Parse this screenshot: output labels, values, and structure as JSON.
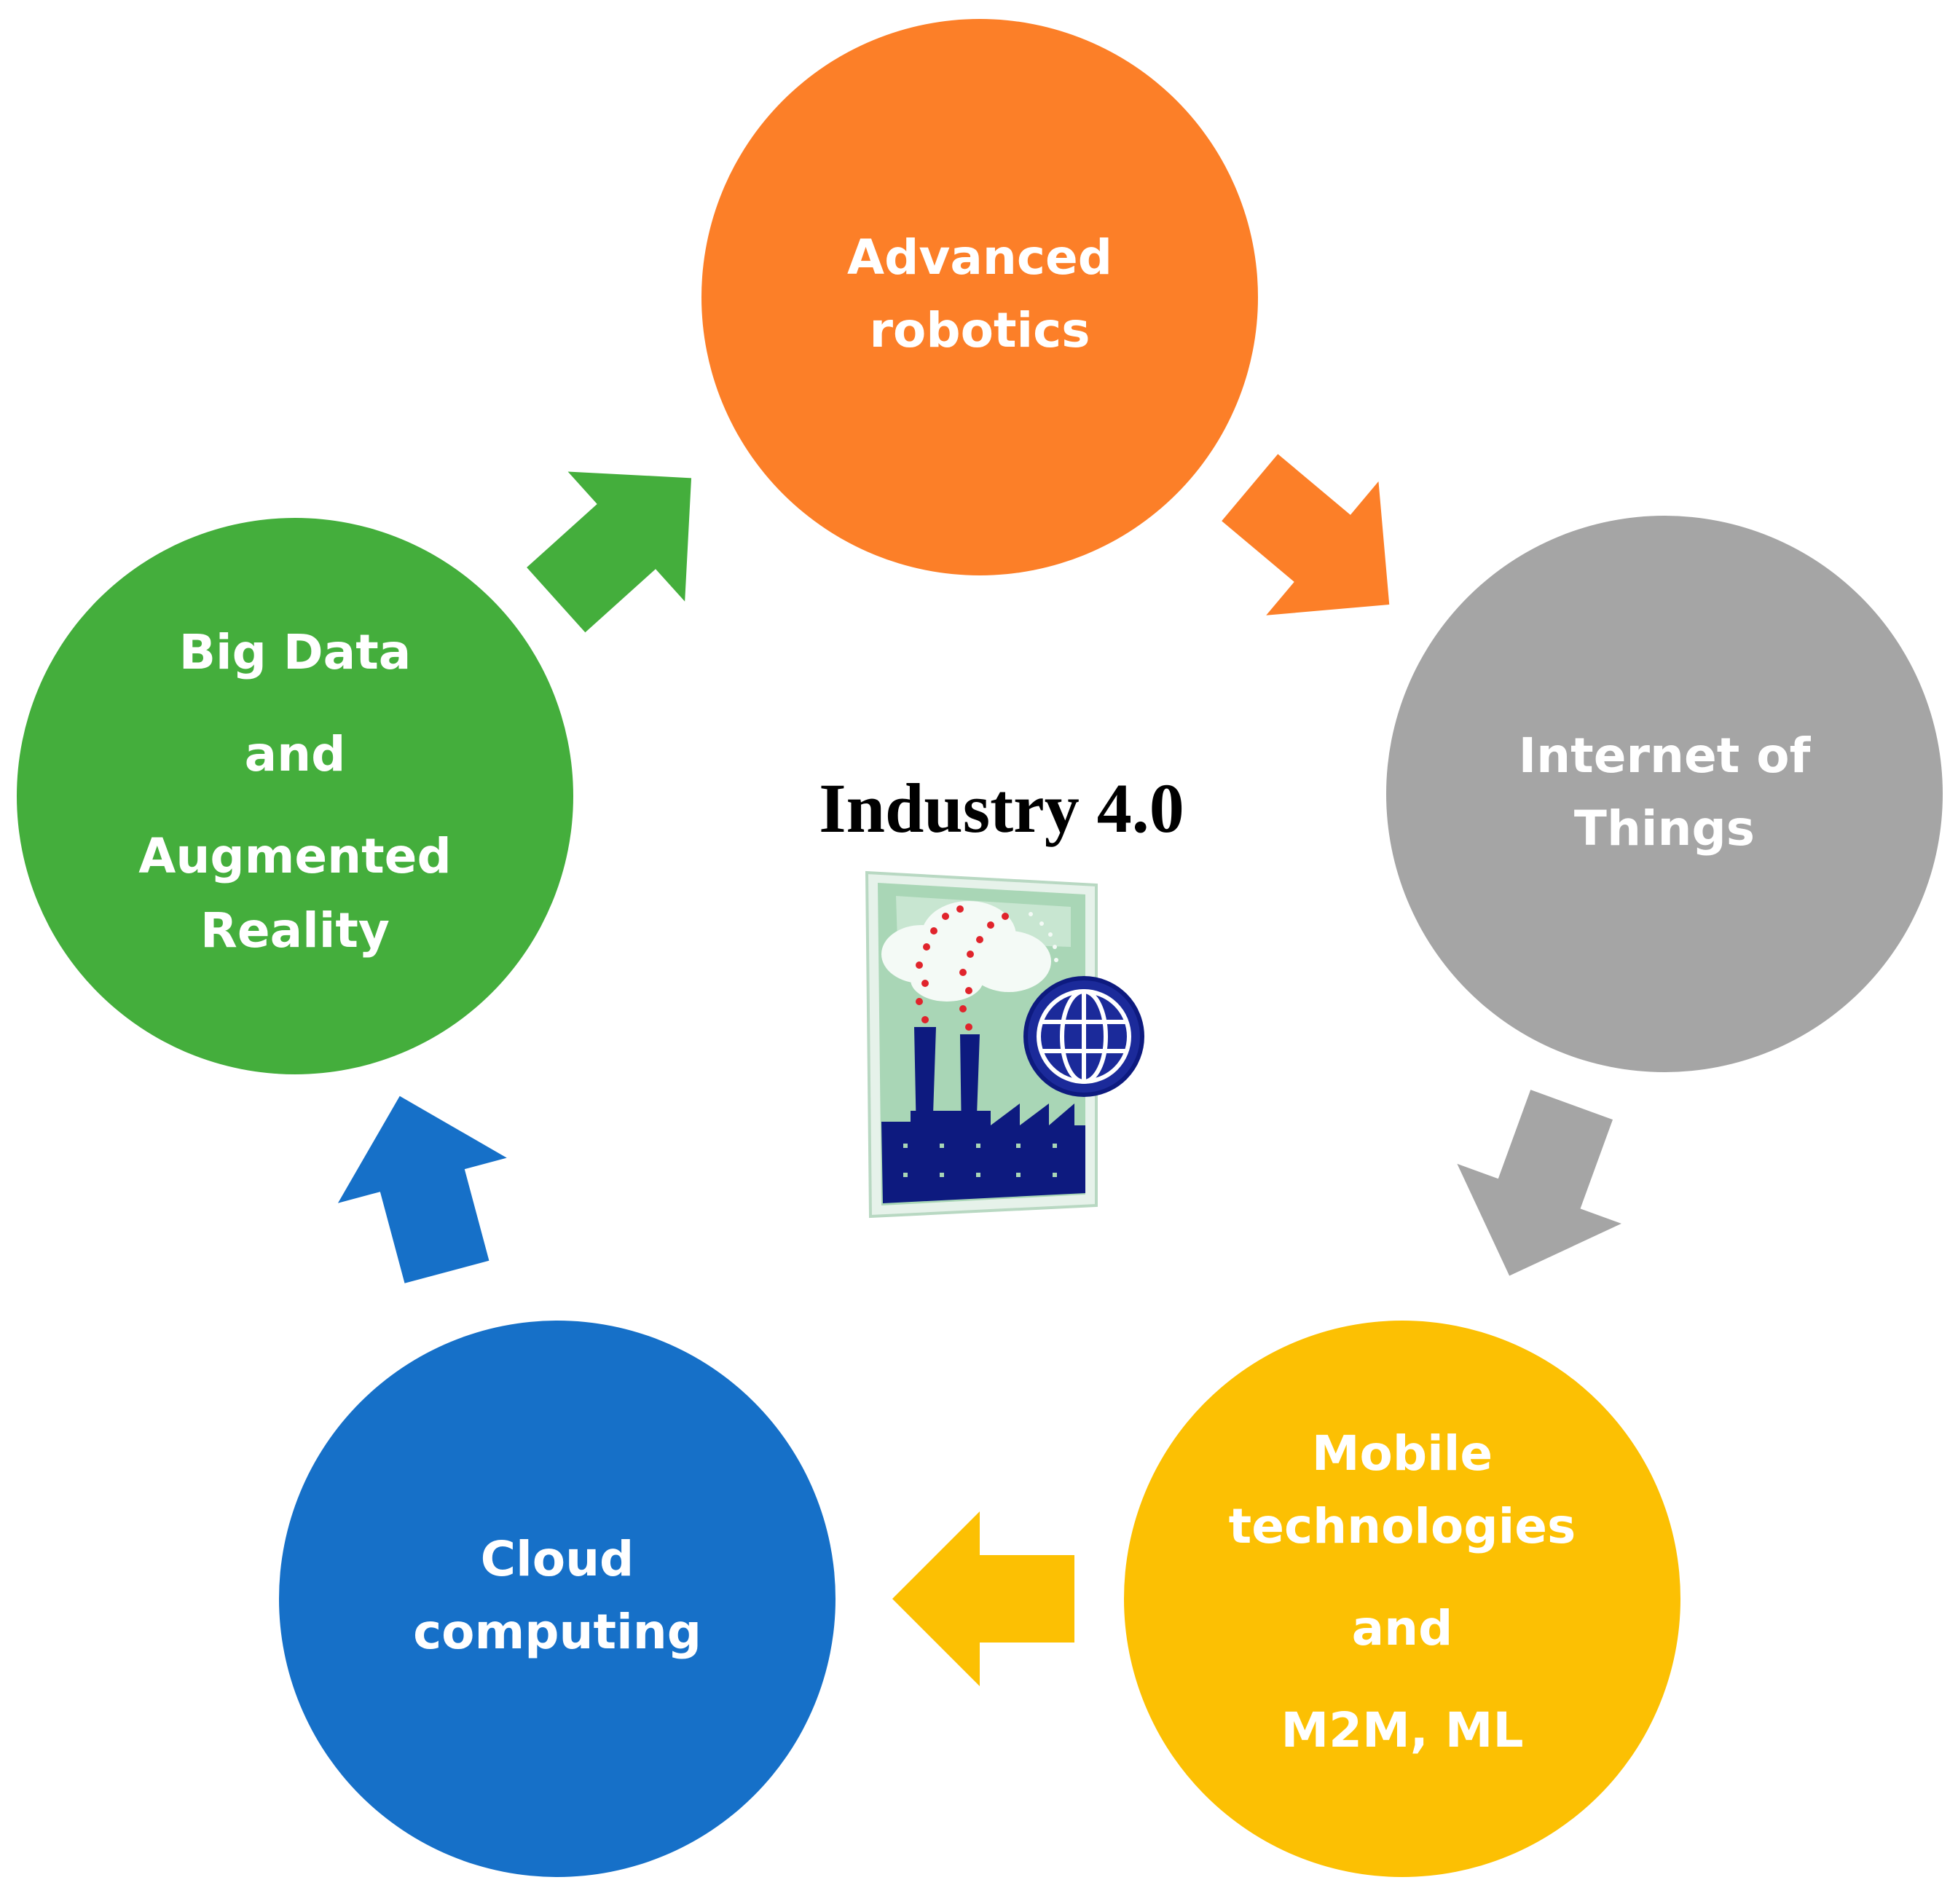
{
  "title": "Industry 4.0",
  "colors": {
    "orange": "#FC7F28",
    "gray": "#A5A5A5",
    "yellow": "#FCC003",
    "blue": "#1670C8",
    "green": "#44AE3C",
    "factory_navy": "#0D1A7F",
    "factory_bg": "#A9D6B6",
    "smoke_red": "#E0242C"
  },
  "nodes": {
    "advanced_robotics": {
      "line1": "Advanced",
      "line2": "robotics"
    },
    "internet_of_things": {
      "line1": "Internet of",
      "line2": "Things"
    },
    "mobile_technologies": {
      "line1": "Mobile",
      "line2": "technologies",
      "line3": "and",
      "line4": "M2M, ML"
    },
    "cloud_computing": {
      "line1": "Cloud",
      "line2": "computing"
    },
    "big_data": {
      "line1": "Big Data",
      "line2": "and",
      "line3": "Augmented",
      "line4": "Reality"
    }
  },
  "center_icon": "factory-globe-icon",
  "arrows": [
    {
      "from": "advanced_robotics",
      "to": "internet_of_things",
      "color": "orange"
    },
    {
      "from": "internet_of_things",
      "to": "mobile_technologies",
      "color": "gray"
    },
    {
      "from": "mobile_technologies",
      "to": "cloud_computing",
      "color": "yellow"
    },
    {
      "from": "cloud_computing",
      "to": "big_data",
      "color": "blue"
    },
    {
      "from": "big_data",
      "to": "advanced_robotics",
      "color": "green"
    }
  ]
}
